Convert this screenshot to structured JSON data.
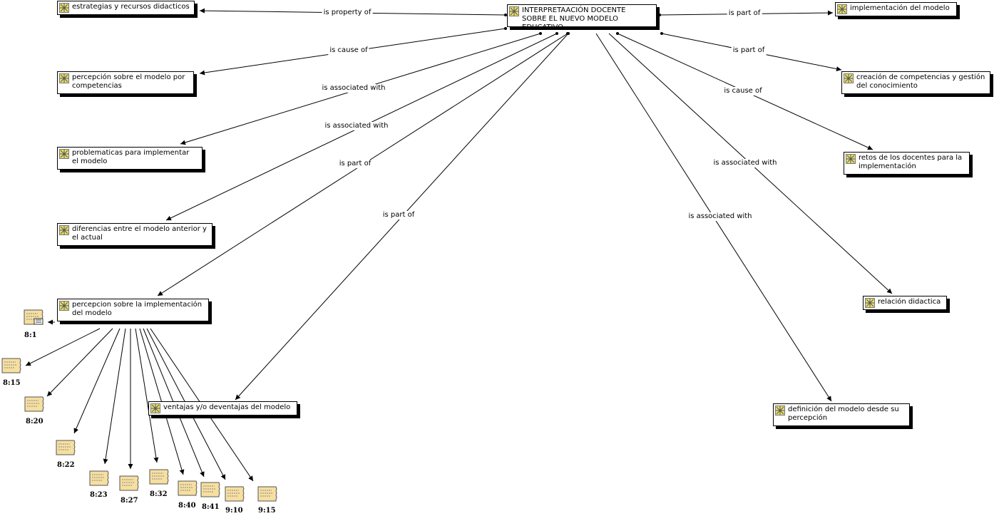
{
  "central": {
    "label": "INTERPRETAACIÓN DOCENTE SOBRE EL NUEVO MODELO EDUCATIVO"
  },
  "codes": {
    "estrategias": "estrategias y recursos didacticos",
    "percepcion_competencias": "percepción sobre el modelo por competencias",
    "problematicas": "problematicas para implementar el modelo",
    "diferencias": "diferencias entre el modelo anterior y el actual",
    "percepcion_implementacion": "percepcion sobre la implementación del modelo",
    "ventajas": "ventajas y/o deventajas del modelo",
    "implementacion": "implementación del modelo",
    "creacion": "creación de competencias y gestión del conocimiento",
    "retos": "retos de los docentes para la implementación",
    "relacion": "relación didactica",
    "definicion": "definición del modelo desde su percepción"
  },
  "relations": {
    "r1": "is property of",
    "r2": "is cause of",
    "r3": "is associated with",
    "r4": "is associated with",
    "r5": "is part of",
    "r6": "is part of",
    "r7": "is part of",
    "r8": "is part of",
    "r9": "is cause of",
    "r10": "is associated with",
    "r11": "is associated with"
  },
  "quotes": {
    "q1": "8:1",
    "q2": "8:15",
    "q3": "8:20",
    "q4": "8:22",
    "q5": "8:23",
    "q6": "8:27",
    "q7": "8:32",
    "q8": "8:40",
    "q9": "8:41",
    "q10": "9:10",
    "q11": "9:15"
  },
  "colors": {
    "code_icon": "#e8e070",
    "quote_paper": "#f6dfa0"
  }
}
